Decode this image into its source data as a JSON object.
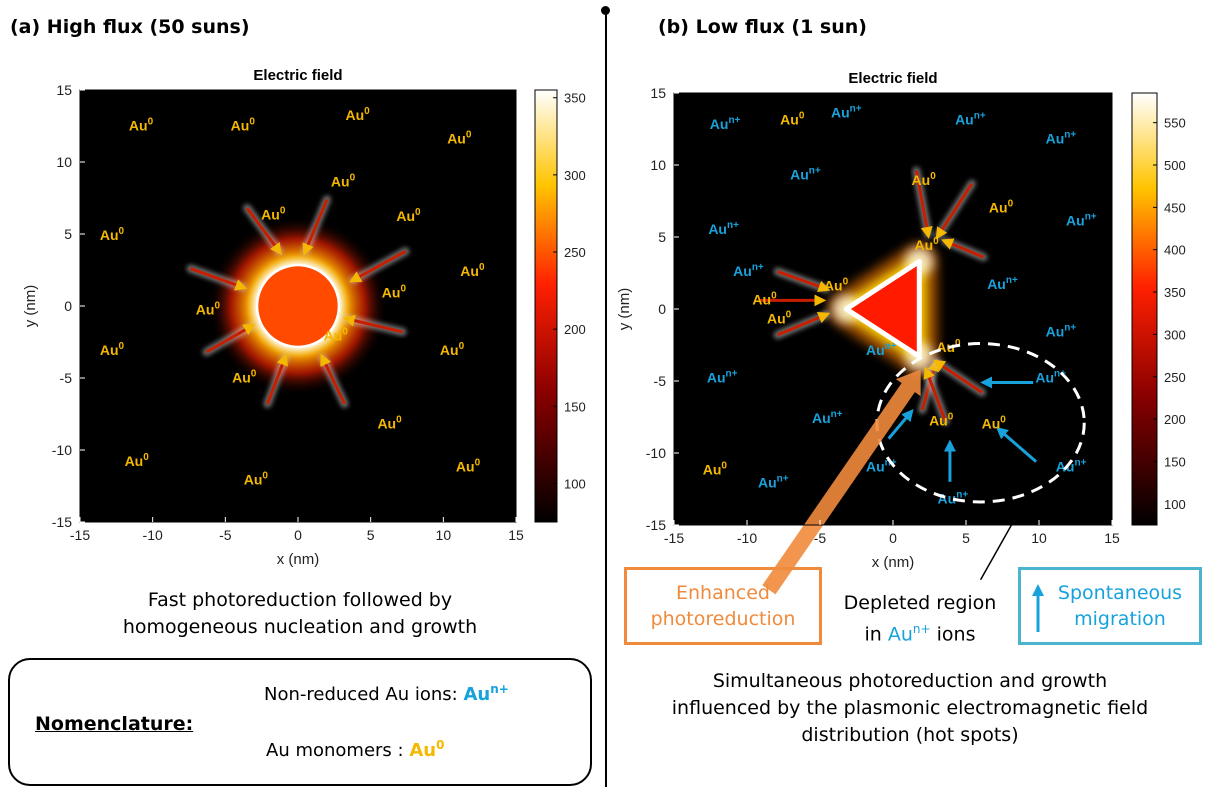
{
  "panel_a": {
    "title": "(a) High flux (50 suns)",
    "caption_line1": "Fast photoreduction followed by",
    "caption_line2": "homogeneous nucleation and growth"
  },
  "panel_b": {
    "title": "(b) Low flux (1 sun)",
    "caption_line1": "Simultaneous photoreduction and growth",
    "caption_line2": "influenced by the plasmonic electromagnetic field",
    "caption_line3": "distribution (hot spots)",
    "enhanced_line1": "Enhanced",
    "enhanced_line2": "photoreduction",
    "depleted_line1": "Depleted region",
    "depleted_line2_prefix": "in ",
    "depleted_line2_ion": "Au",
    "depleted_line2_sup": "n+",
    "depleted_line2_suffix": " ions",
    "spont_line1": "Spontaneous",
    "spont_line2": "migration"
  },
  "nomenclature": {
    "title": "Nomenclature:",
    "ions_label": "Non-reduced Au ions: ",
    "ions_symbol": "Au",
    "ions_sup": "n+",
    "monomers_label": "Au monomers : ",
    "monomers_symbol": "Au",
    "monomers_sup": "0"
  },
  "colors": {
    "au0": "#f5b800",
    "aun": "#17a2dc",
    "enhanced_border": "#f08a3c",
    "spont_border": "#4bb5cf",
    "particle": "#ff4a00"
  },
  "chart_data": [
    {
      "type": "heatmap",
      "title": "Electric field",
      "xlabel": "x (nm)",
      "ylabel": "y (nm)",
      "xlim": [
        -15,
        15
      ],
      "ylim": [
        -15,
        15
      ],
      "xticks": [
        -15,
        -10,
        -5,
        0,
        5,
        10,
        15
      ],
      "yticks": [
        -15,
        -10,
        -5,
        0,
        5,
        10,
        15
      ],
      "colorbar": {
        "min": 75,
        "max": 355,
        "ticks": [
          100,
          150,
          200,
          250,
          300,
          350
        ]
      },
      "particle": {
        "shape": "circle",
        "center": [
          0,
          0
        ],
        "radius": 2.8
      },
      "labels": [
        {
          "species": "Au0",
          "x": -10.8,
          "y": 12.2
        },
        {
          "species": "Au0",
          "x": -3.8,
          "y": 12.2
        },
        {
          "species": "Au0",
          "x": 4.1,
          "y": 12.9
        },
        {
          "species": "Au0",
          "x": 11.1,
          "y": 11.3
        },
        {
          "species": "Au0",
          "x": 3.1,
          "y": 8.3
        },
        {
          "species": "Au0",
          "x": 7.6,
          "y": 5.9
        },
        {
          "species": "Au0",
          "x": -1.7,
          "y": 6.0
        },
        {
          "species": "Au0",
          "x": -12.8,
          "y": 4.6
        },
        {
          "species": "Au0",
          "x": 12.0,
          "y": 2.1
        },
        {
          "species": "Au0",
          "x": 6.6,
          "y": 0.6
        },
        {
          "species": "Au0",
          "x": -6.2,
          "y": -0.6
        },
        {
          "species": "Au0",
          "x": 2.6,
          "y": -2.4
        },
        {
          "species": "Au0",
          "x": -12.8,
          "y": -3.4
        },
        {
          "species": "Au0",
          "x": 10.6,
          "y": -3.4
        },
        {
          "species": "Au0",
          "x": -3.7,
          "y": -5.3
        },
        {
          "species": "Au0",
          "x": 6.3,
          "y": -8.5
        },
        {
          "species": "Au0",
          "x": -11.1,
          "y": -11.1
        },
        {
          "species": "Au0",
          "x": -2.9,
          "y": -12.4
        },
        {
          "species": "Au0",
          "x": 11.7,
          "y": -11.5
        }
      ],
      "arrows": [
        {
          "from": [
            -3.5,
            6.8
          ],
          "to": [
            -1.3,
            3.8
          ]
        },
        {
          "from": [
            2.0,
            7.4
          ],
          "to": [
            0.5,
            3.8
          ]
        },
        {
          "from": [
            -7.4,
            2.6
          ],
          "to": [
            -3.8,
            1.3
          ]
        },
        {
          "from": [
            7.4,
            3.8
          ],
          "to": [
            3.8,
            1.8
          ]
        },
        {
          "from": [
            -6.3,
            -3.2
          ],
          "to": [
            -3.2,
            -1.4
          ]
        },
        {
          "from": [
            7.2,
            -1.8
          ],
          "to": [
            3.4,
            -0.9
          ]
        },
        {
          "from": [
            -2.1,
            -6.8
          ],
          "to": [
            -0.9,
            -3.6
          ]
        },
        {
          "from": [
            3.2,
            -6.8
          ],
          "to": [
            1.7,
            -3.6
          ]
        }
      ]
    },
    {
      "type": "heatmap",
      "title": "Electric field",
      "xlabel": "x (nm)",
      "ylabel": "y (nm)",
      "xlim": [
        -15,
        15
      ],
      "ylim": [
        -15,
        15
      ],
      "xticks": [
        -15,
        -10,
        -5,
        0,
        5,
        10,
        15
      ],
      "yticks": [
        -15,
        -10,
        -5,
        0,
        5,
        10,
        15
      ],
      "colorbar": {
        "min": 75,
        "max": 585,
        "ticks": [
          100,
          150,
          200,
          250,
          300,
          350,
          400,
          450,
          500,
          550
        ]
      },
      "particle": {
        "shape": "triangle",
        "vertices": [
          [
            -3.2,
            0
          ],
          [
            1.8,
            3.3
          ],
          [
            1.8,
            -3.3
          ]
        ]
      },
      "labels": [
        {
          "species": "Aun",
          "x": -11.5,
          "y": 12.5
        },
        {
          "species": "Au0",
          "x": -6.9,
          "y": 12.8
        },
        {
          "species": "Aun",
          "x": -3.2,
          "y": 13.3
        },
        {
          "species": "Aun",
          "x": 5.3,
          "y": 12.8
        },
        {
          "species": "Aun",
          "x": 11.5,
          "y": 11.5
        },
        {
          "species": "Aun",
          "x": -6.0,
          "y": 9.0
        },
        {
          "species": "Au0",
          "x": 2.1,
          "y": 8.6
        },
        {
          "species": "Au0",
          "x": 7.4,
          "y": 6.7
        },
        {
          "species": "Aun",
          "x": -11.6,
          "y": 5.2
        },
        {
          "species": "Aun",
          "x": 12.9,
          "y": 5.8
        },
        {
          "species": "Au0",
          "x": 2.3,
          "y": 4.1
        },
        {
          "species": "Aun",
          "x": -9.9,
          "y": 2.3
        },
        {
          "species": "Aun",
          "x": 7.5,
          "y": 1.4
        },
        {
          "species": "Au0",
          "x": -8.8,
          "y": 0.3
        },
        {
          "species": "Au0",
          "x": -3.9,
          "y": 1.3
        },
        {
          "species": "Au0",
          "x": -7.8,
          "y": -1.0
        },
        {
          "species": "Aun",
          "x": 11.5,
          "y": -1.9
        },
        {
          "species": "Aun",
          "x": -0.8,
          "y": -3.2
        },
        {
          "species": "Au0",
          "x": 3.8,
          "y": -3.0
        },
        {
          "species": "Aun",
          "x": -11.7,
          "y": -5.1
        },
        {
          "species": "Aun",
          "x": 10.8,
          "y": -5.1
        },
        {
          "species": "Aun",
          "x": -4.5,
          "y": -7.9
        },
        {
          "species": "Au0",
          "x": 3.3,
          "y": -8.1
        },
        {
          "species": "Au0",
          "x": 6.9,
          "y": -8.3
        },
        {
          "species": "Au0",
          "x": -12.2,
          "y": -11.5
        },
        {
          "species": "Aun",
          "x": -8.2,
          "y": -12.4
        },
        {
          "species": "Aun",
          "x": -0.8,
          "y": -11.3
        },
        {
          "species": "Aun",
          "x": 12.2,
          "y": -11.3
        },
        {
          "species": "Aun",
          "x": 4.1,
          "y": -13.5
        }
      ],
      "arrows": [
        {
          "from": [
            -7.9,
            2.6
          ],
          "to": [
            -4.6,
            1.4
          ]
        },
        {
          "from": [
            -9.2,
            0.6
          ],
          "to": [
            -4.9,
            0.6
          ]
        },
        {
          "from": [
            -7.9,
            -1.8
          ],
          "to": [
            -4.6,
            -0.4
          ]
        },
        {
          "from": [
            1.6,
            9.6
          ],
          "to": [
            2.4,
            5.2
          ]
        },
        {
          "from": [
            5.4,
            8.7
          ],
          "to": [
            3.1,
            5.1
          ]
        },
        {
          "from": [
            6.2,
            3.6
          ],
          "to": [
            3.6,
            4.7
          ]
        },
        {
          "from": [
            2.0,
            -7.0
          ],
          "to": [
            2.9,
            -3.8
          ]
        },
        {
          "from": [
            3.6,
            -7.8
          ],
          "to": [
            2.3,
            -4.3
          ]
        },
        {
          "from": [
            6.1,
            -5.8
          ],
          "to": [
            3.0,
            -3.7
          ]
        }
      ],
      "migration_arrows": [
        {
          "from": [
            9.6,
            -5.1
          ],
          "to": [
            6.3,
            -5.1
          ]
        },
        {
          "from": [
            -0.3,
            -9.0
          ],
          "to": [
            1.2,
            -7.2
          ]
        },
        {
          "from": [
            3.9,
            -12.0
          ],
          "to": [
            3.9,
            -9.4
          ]
        },
        {
          "from": [
            9.8,
            -10.6
          ],
          "to": [
            7.3,
            -8.4
          ]
        }
      ],
      "annotations": [
        {
          "type": "ellipse",
          "center": [
            6.0,
            -7.9
          ],
          "rx": 7.1,
          "ry": 5.5
        },
        {
          "type": "big-arrow",
          "from": [
            -8.5,
            -19.5
          ],
          "to": [
            1.9,
            -4.2
          ]
        },
        {
          "type": "thin-arrow",
          "from": [
            6.0,
            -18.8
          ],
          "to": [
            9.0,
            -13.4
          ]
        }
      ]
    }
  ]
}
